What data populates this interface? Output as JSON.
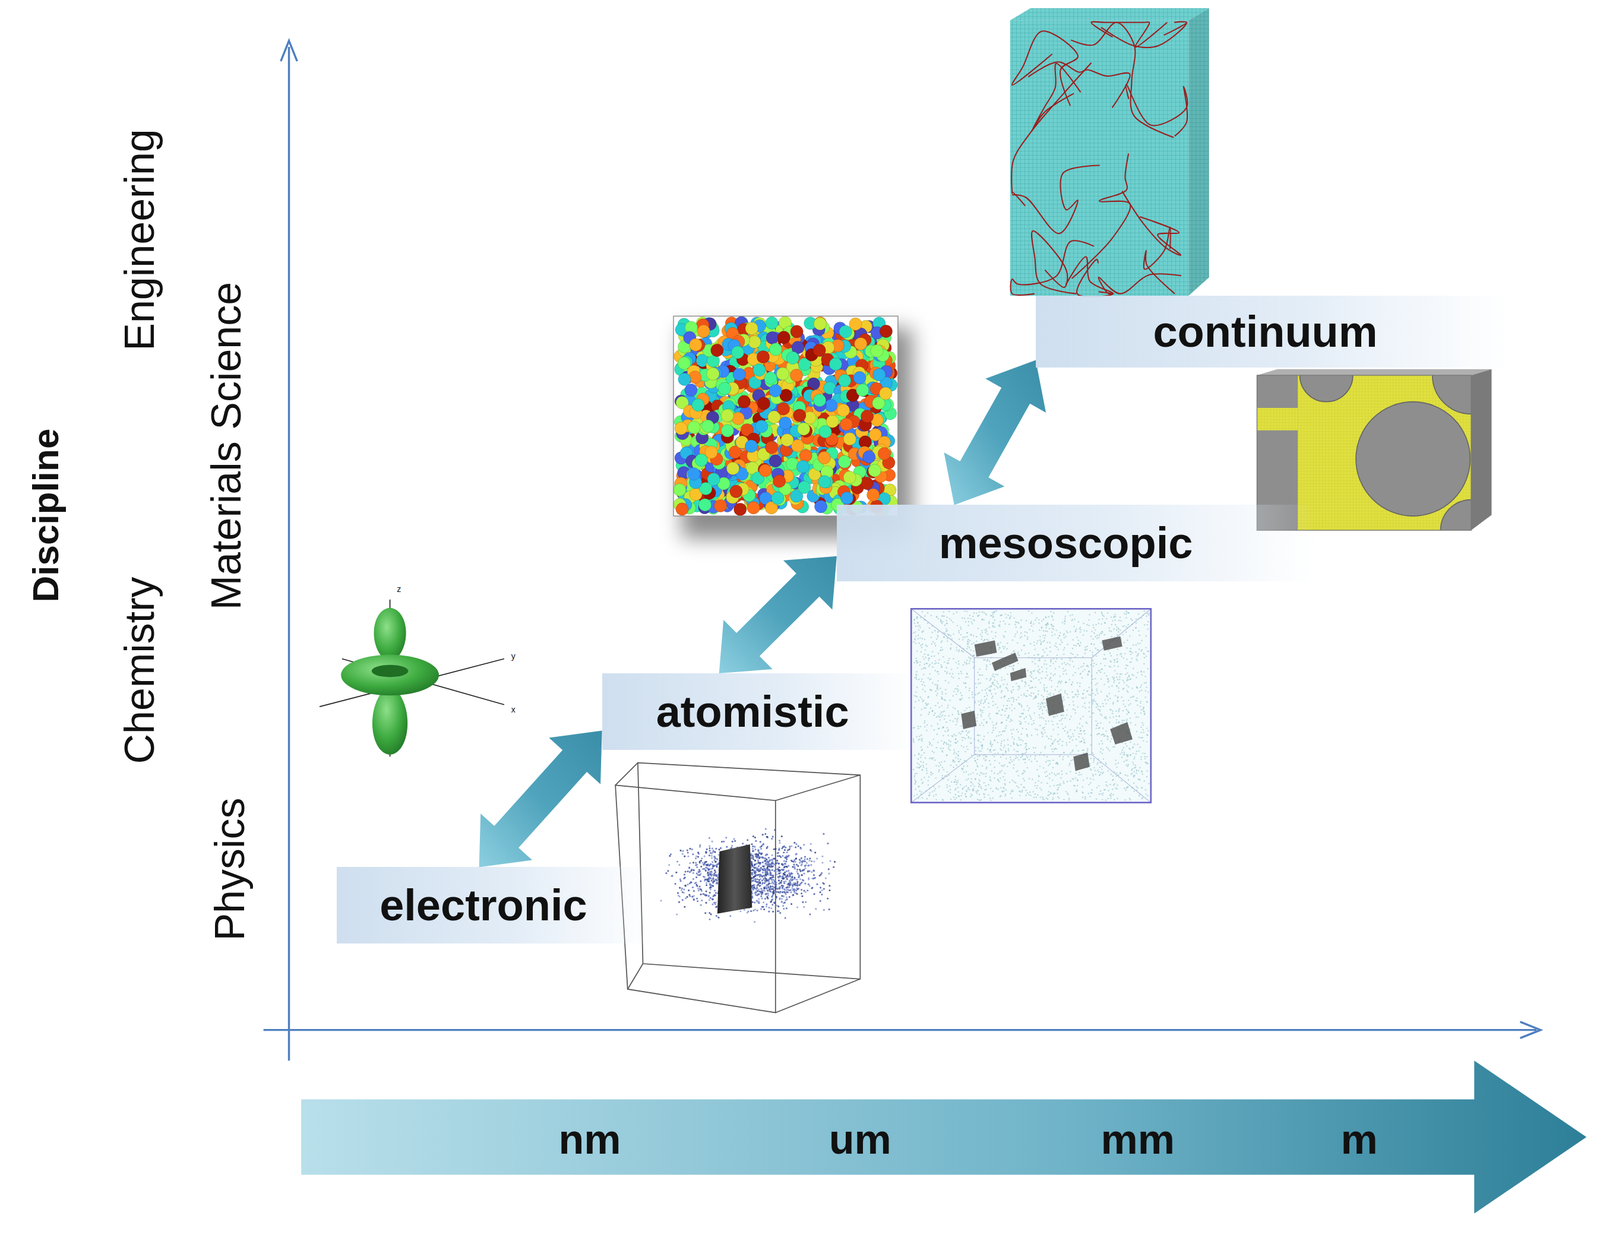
{
  "diagram": {
    "nodes": [
      {
        "text": [
          "electronic"
        ]
      },
      {
        "text": [
          "atomistic"
        ]
      },
      {
        "text": [
          "mesoscopic"
        ]
      },
      {
        "text": [
          "continuum"
        ]
      }
    ],
    "edges": [
      {
        "from": 0,
        "to": 1,
        "arrow": "both"
      },
      {
        "from": 1,
        "to": 2,
        "arrow": "both"
      },
      {
        "from": 2,
        "to": 3,
        "arrow": "both"
      }
    ],
    "labels": [
      "Discipline",
      "Engineering",
      "Materials Science",
      "Chemistry",
      "Physics",
      "z",
      "y",
      "x",
      "nm",
      "um",
      "mm",
      "m"
    ]
  }
}
